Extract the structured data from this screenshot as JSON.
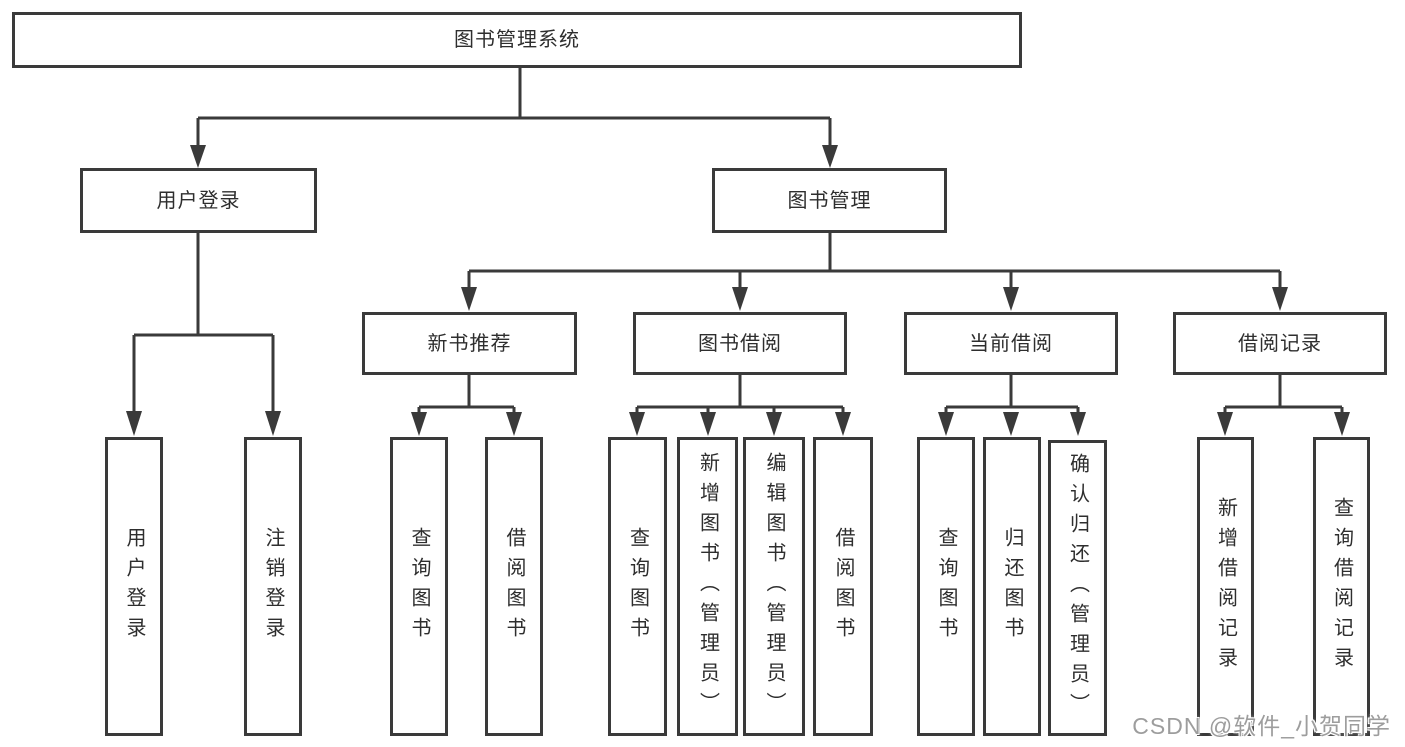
{
  "diagram": {
    "type": "hierarchy-diagram",
    "root": {
      "label": "图书管理系统",
      "children": [
        {
          "label": "用户登录",
          "children": [
            {
              "label": "用户登录"
            },
            {
              "label": "注销登录"
            }
          ]
        },
        {
          "label": "图书管理",
          "children": [
            {
              "label": "新书推荐",
              "children": [
                {
                  "label": "查询图书"
                },
                {
                  "label": "借阅图书"
                }
              ]
            },
            {
              "label": "图书借阅",
              "children": [
                {
                  "label": "查询图书"
                },
                {
                  "label": "新增图书（管理员）"
                },
                {
                  "label": "编辑图书（管理员）"
                },
                {
                  "label": "借阅图书"
                }
              ]
            },
            {
              "label": "当前借阅",
              "children": [
                {
                  "label": "查询图书"
                },
                {
                  "label": "归还图书"
                },
                {
                  "label": "确认归还（管理员）"
                }
              ]
            },
            {
              "label": "借阅记录",
              "children": [
                {
                  "label": "新增借阅记录"
                },
                {
                  "label": "查询借阅记录"
                }
              ]
            }
          ]
        }
      ]
    }
  },
  "colors": {
    "line": "#3a3a3a",
    "box_border": "#3a3a3a",
    "box_fill": "#ffffff",
    "text": "#2e2e2e",
    "watermark": "#9d9d9d"
  },
  "watermark": {
    "text": "CSDN @软件_小贺同学"
  }
}
